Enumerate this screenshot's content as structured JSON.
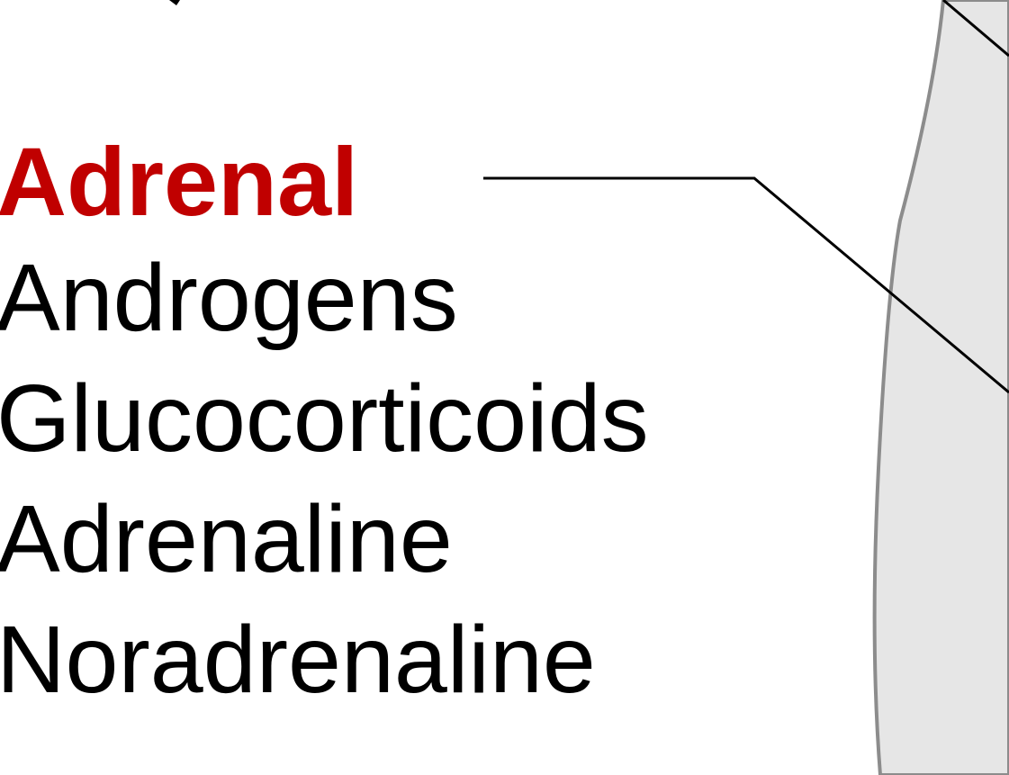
{
  "gland": {
    "title": "Adrenal"
  },
  "hormones": [
    "Androgens",
    "Glucocorticoids",
    "Adrenaline",
    "Noradrenaline"
  ],
  "colors": {
    "title_text": "#c00000",
    "body_text": "#000000",
    "leader_line": "#000000",
    "organ_fill": "#e6e6e6",
    "organ_outline": "#8c8c8c"
  }
}
